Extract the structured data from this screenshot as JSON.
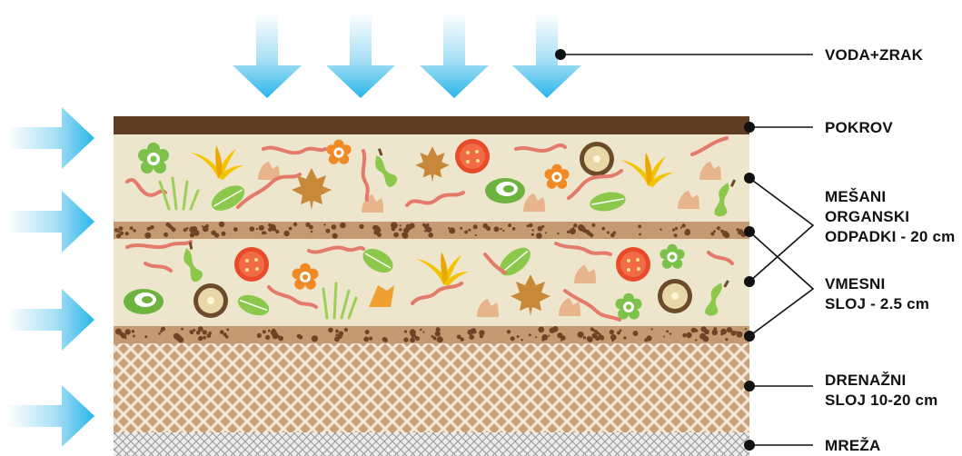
{
  "labels": {
    "water_air": "VODA+ZRAK",
    "cover": "POKROV",
    "mixed_line1": "MEŠANI",
    "mixed_line2": "ORGANSKI",
    "mixed_line3": "ODPADKI - 20 cm",
    "inter_line1": "VMESNI",
    "inter_line2": "SLOJ - 2.5 cm",
    "drain_line1": "DRENAŽNI",
    "drain_line2": "SLOJ 10-20 cm",
    "mesh": "MREŽA"
  },
  "colors": {
    "cover": "#5e3d22",
    "organic_bg": "#ede5cc",
    "intermediate_bg": "#c49a72",
    "intermediate_dots": "#6e4326",
    "drainage_bg": "#c7a07a",
    "drainage_lattice": "#f3e7d3",
    "mesh_bg": "#ececec",
    "mesh_lines": "#9a9a9a",
    "arrow_light": "#e8f8fd",
    "arrow_dark": "#29b5ea",
    "leader": "#111111"
  },
  "icons": [
    "down-arrow-icon",
    "right-arrow-icon",
    "flower-icon",
    "banana-peel-icon",
    "eggshell-icon",
    "tomato-slice-icon",
    "kiwi-icon",
    "leaf-icon",
    "maple-leaf-icon",
    "worm-icon",
    "apple-core-icon",
    "cabbage-icon",
    "grass-icon"
  ]
}
